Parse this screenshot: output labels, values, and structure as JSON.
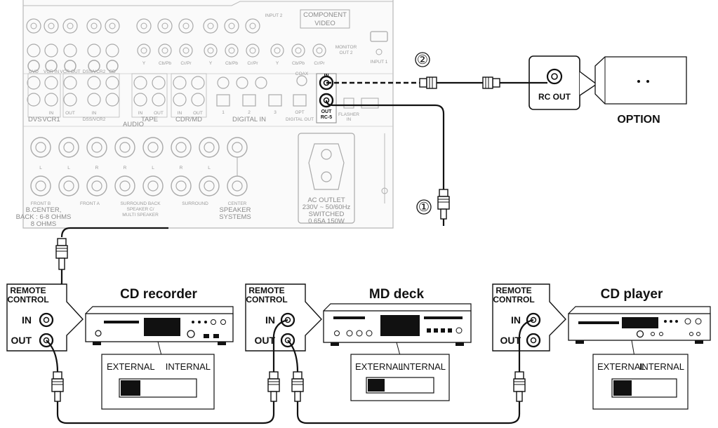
{
  "option": {
    "port_label": "RC OUT",
    "title": "OPTION",
    "marker": "②"
  },
  "cable1_marker": "①",
  "receiver": {
    "component_video": [
      "COMPONENT",
      "VIDEO"
    ],
    "input1": "INPUT 1",
    "input2": "INPUT 2",
    "monitor_out": [
      "MONITOR",
      "OUT 2"
    ],
    "jack_labels": [
      "Y",
      "Cb/Pb",
      "Cr/Pr",
      "Y",
      "Cb/Pb",
      "Cr/Pr",
      "Y",
      "Cb/Pb",
      "Cr/Pr"
    ],
    "vcr_row": [
      "DVD",
      "VCR IN",
      "VCR OUT",
      "DSS/VCR2",
      "CD"
    ],
    "rc_in": "IN",
    "rc_out": [
      "OUT",
      "RC-5"
    ],
    "audio_labels": [
      "IN",
      "OUT",
      "IN",
      "IN",
      "OUT",
      "IN",
      "OUT"
    ],
    "group_labels": [
      "VCR1",
      "DSS/VCR2",
      "TAPE",
      "CDR/MD"
    ],
    "audio_title": "AUDIO",
    "digital_in": "DIGITAL IN",
    "digital_nums": [
      "1",
      "2",
      "3"
    ],
    "digital_out": [
      "OPT",
      "DIGITAL OUT"
    ],
    "coax": "COAX",
    "flasher": [
      "FLASHER",
      "IN"
    ],
    "dvs": "DVS",
    "speaker_lr": [
      "L",
      "R",
      "L",
      "R",
      "L",
      "R",
      "L"
    ],
    "speaker_names": [
      "FRONT B",
      "FRONT A",
      "SURROUND BACK",
      "SPEAKER C/",
      "MULTI SPEAKER",
      "SURROUND",
      "CENTER",
      "SPEAKER",
      "SYSTEMS"
    ],
    "bcenter": [
      "B.CENTER,",
      "BACK : 6-8 OHMS",
      "8 OHMS"
    ],
    "ac_outlet": [
      "AC OUTLET",
      "230V ~ 50/60Hz",
      "SWITCHED",
      "0.65A 150W"
    ]
  },
  "devices": [
    {
      "name": "CD recorder",
      "remote_label": [
        "REMOTE",
        "CONTROL"
      ],
      "in_label": "IN",
      "out_label": "OUT",
      "switch_left": "EXTERNAL",
      "switch_right": "INTERNAL"
    },
    {
      "name": "MD deck",
      "remote_label": [
        "REMOTE",
        "CONTROL"
      ],
      "in_label": "IN",
      "out_label": "OUT",
      "switch_left": "EXTERNAL",
      "switch_right": "INTERNAL"
    },
    {
      "name": "CD player",
      "remote_label": [
        "REMOTE",
        "CONTROL"
      ],
      "in_label": "IN",
      "out_label": "OUT",
      "switch_left": "EXTERNAL",
      "switch_right": "INTERNAL"
    }
  ]
}
